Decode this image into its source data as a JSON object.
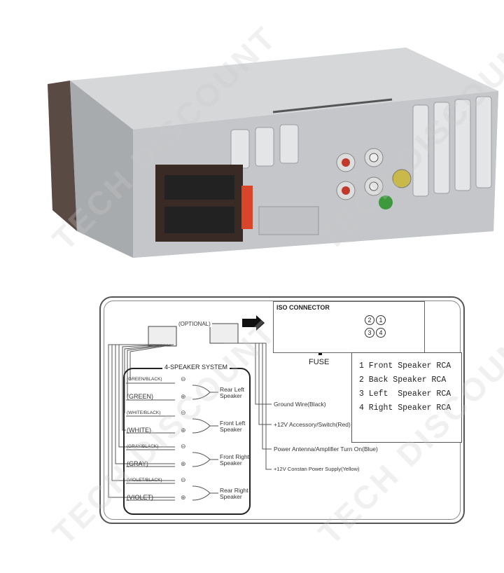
{
  "watermark": "TECH DISCOUNT",
  "diagram": {
    "optional_label": "(OPTIONAL)",
    "iso_connector_title": "ISO CONNECTOR",
    "fuse_label": "FUSE",
    "rca_numbers": [
      "2",
      "1",
      "3",
      "4"
    ],
    "rca_legend": [
      "1 Front Speaker RCA",
      "2 Back Speaker RCA",
      "3 Left  Speaker RCA",
      "4 Right Speaker RCA"
    ],
    "speaker_system_title": "4-SPEAKER SYSTEM",
    "wires": [
      "(GREEN/BLACK)",
      "(GREEN)",
      "(WHITE/BLACK)",
      "(WHITE)",
      "(GRAY/BLACK)",
      "(GRAY)",
      "(VIOLET/BLACK)",
      "(VIOLET)"
    ],
    "speakers": [
      {
        "line1": "Rear Left",
        "line2": "Speaker"
      },
      {
        "line1": "Front Left",
        "line2": "Speaker"
      },
      {
        "line1": "Front Right",
        "line2": "Speaker"
      },
      {
        "line1": "Rear Right",
        "line2": "Speaker"
      }
    ],
    "outputs": [
      "Ground Wire(Black)",
      "+12V Accessory/Switch(Red)",
      "Power Antenna/Amplifier Turn On(Blue)",
      "+12V Constan Power Supply(Yellow)"
    ],
    "polarity": {
      "minus": "⊖",
      "plus": "⊕"
    }
  }
}
